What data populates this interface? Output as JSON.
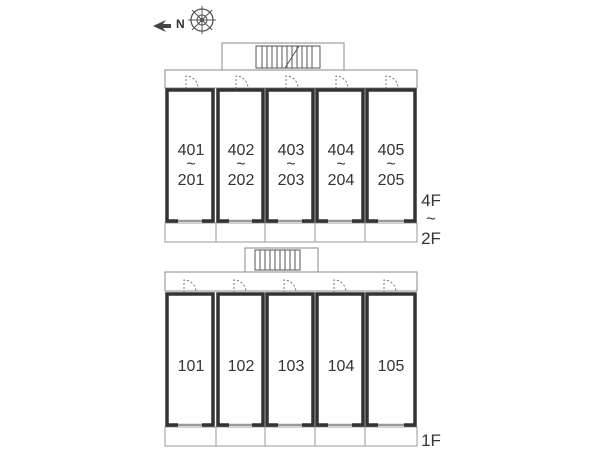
{
  "compass": {
    "label": "N"
  },
  "upper_block": {
    "floor_label": {
      "top": "4F",
      "range": "~",
      "bottom": "2F"
    },
    "units": [
      {
        "top": "401",
        "tilde": "~",
        "bottom": "201"
      },
      {
        "top": "402",
        "tilde": "~",
        "bottom": "202"
      },
      {
        "top": "403",
        "tilde": "~",
        "bottom": "203"
      },
      {
        "top": "404",
        "tilde": "~",
        "bottom": "204"
      },
      {
        "top": "405",
        "tilde": "~",
        "bottom": "205"
      }
    ]
  },
  "lower_block": {
    "floor_label": "1F",
    "units": [
      "101",
      "102",
      "103",
      "104",
      "105"
    ]
  }
}
